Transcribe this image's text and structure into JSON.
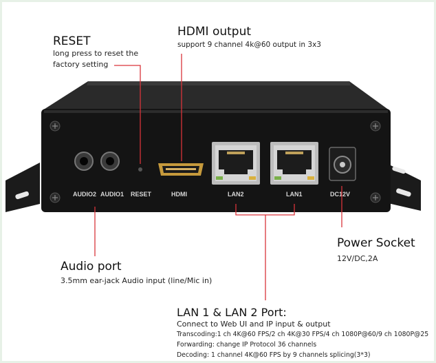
{
  "annotations": {
    "reset": {
      "title": "RESET",
      "lines": [
        "long press to reset the",
        "factory setting"
      ]
    },
    "hdmi": {
      "title": "HDMI output",
      "desc": "support 9 channel 4k@60 output in 3x3"
    },
    "power": {
      "title": "Power Socket",
      "desc": "12V/DC,2A"
    },
    "audio": {
      "title": "Audio port",
      "desc": "3.5mm ear-jack Audio input (line/Mic in)"
    },
    "lan": {
      "title": "LAN 1 & LAN 2 Port:",
      "desc": "Connect to Web UI and IP input & output",
      "details": [
        "Transcoding:1 ch 4K@60 FPS/2 ch 4K@30 FPS/4 ch 1080P@60/9 ch 1080P@25",
        "Forwarding: change IP Protocol 36 channels",
        "Decoding: 1 channel 4K@60 FPS by 9 channels splicing(3*3)"
      ]
    }
  },
  "port_labels": {
    "audio2": "AUDIO2",
    "audio1": "AUDIO1",
    "reset": "RESET",
    "hdmi": "HDMI",
    "lan2": "LAN2",
    "lan1": "LAN1",
    "dc": "DC12V"
  },
  "colors": {
    "callout_line": "#d9343a",
    "device_body": "#141414"
  }
}
